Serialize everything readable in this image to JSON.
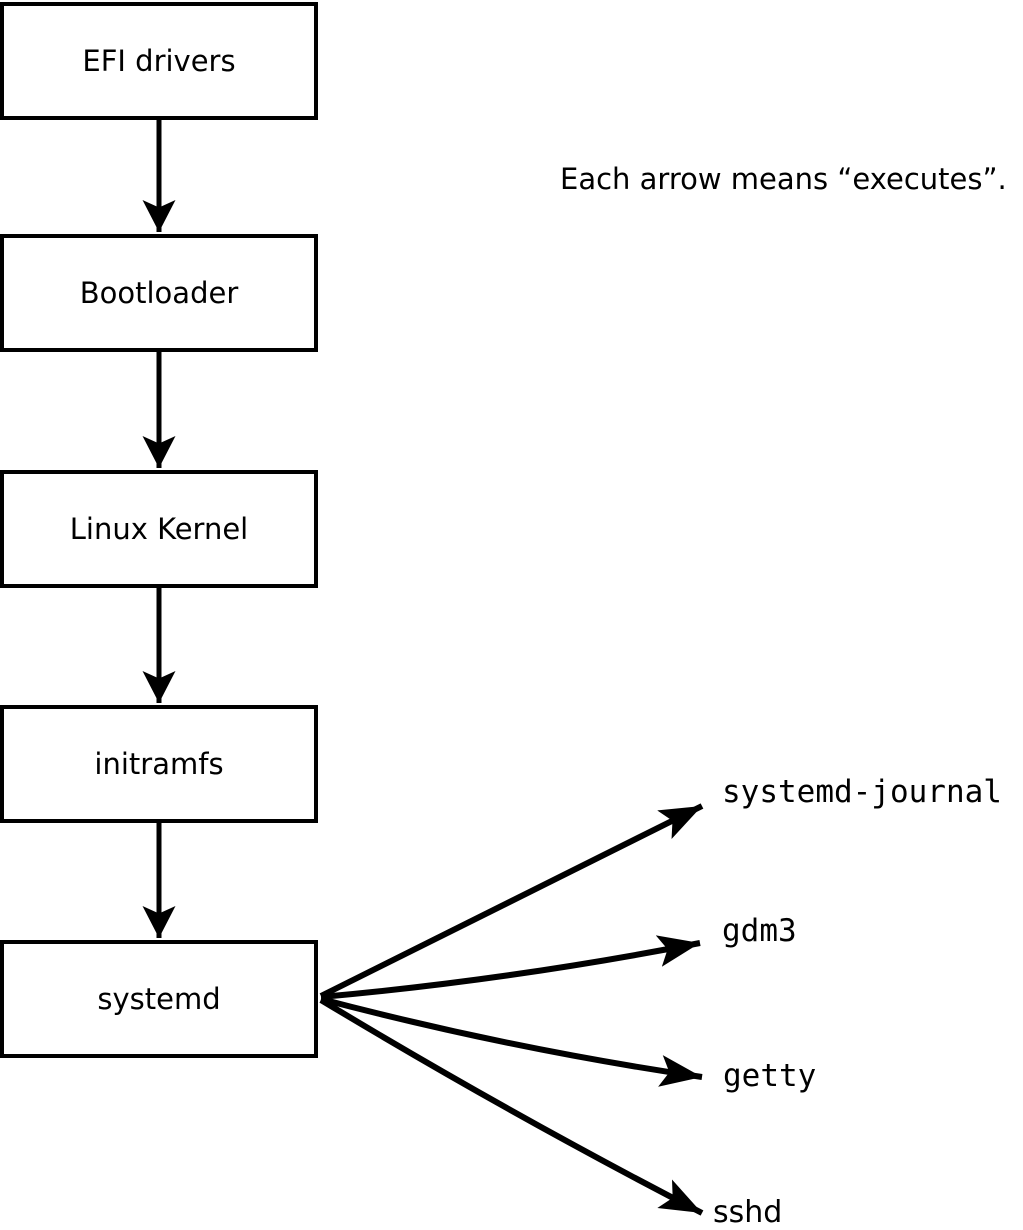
{
  "annotation": "Each arrow means “executes”.",
  "chain": [
    {
      "label": "EFI drivers"
    },
    {
      "label": "Bootloader"
    },
    {
      "label": "Linux Kernel"
    },
    {
      "label": "initramfs"
    },
    {
      "label": "systemd"
    }
  ],
  "branches": [
    {
      "label": "systemd-journal"
    },
    {
      "label": "gdm3"
    },
    {
      "label": "getty"
    },
    {
      "label": "sshd"
    }
  ],
  "edges": {
    "chain_arrows": [
      {
        "from": "EFI drivers",
        "to": "Bootloader"
      },
      {
        "from": "Bootloader",
        "to": "Linux Kernel"
      },
      {
        "from": "Linux Kernel",
        "to": "initramfs"
      },
      {
        "from": "initramfs",
        "to": "systemd"
      }
    ],
    "fanout_arrows": [
      {
        "from": "systemd",
        "to": "systemd-journal"
      },
      {
        "from": "systemd",
        "to": "gdm3"
      },
      {
        "from": "systemd",
        "to": "getty"
      },
      {
        "from": "systemd",
        "to": "sshd"
      }
    ]
  },
  "colors": {
    "line": "#000000",
    "background": "#ffffff",
    "box_fill": "#ffffff",
    "text": "#000000"
  }
}
